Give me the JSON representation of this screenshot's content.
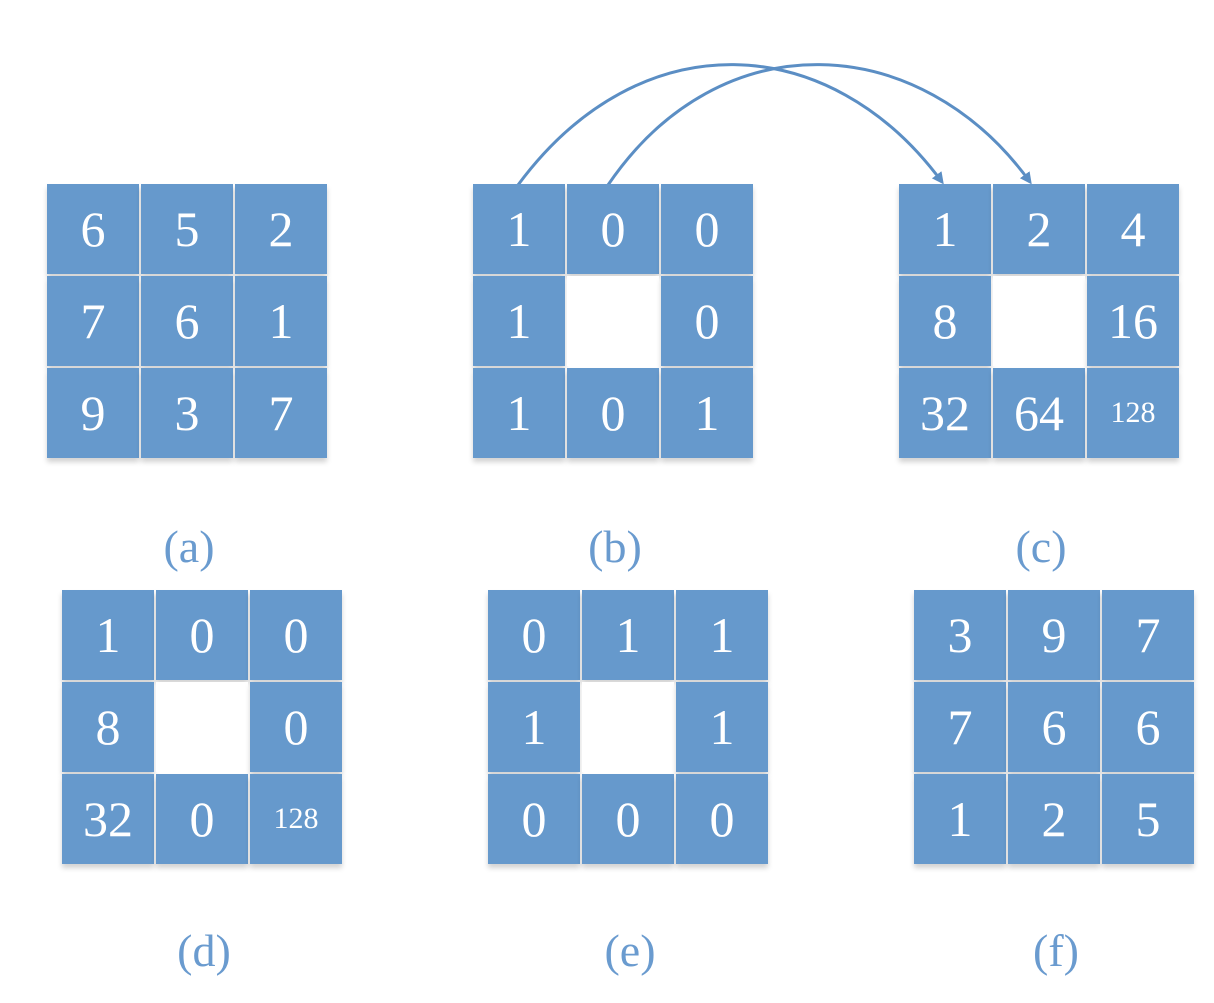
{
  "colors": {
    "cell": "#6699cc",
    "text": "#ffffff",
    "label": "#6a9bcf",
    "arrow": "#5b8ec4"
  },
  "panels": [
    {
      "label": "(a)",
      "cells": [
        "6",
        "5",
        "2",
        "7",
        "6",
        "1",
        "9",
        "3",
        "7"
      ],
      "center_empty": false
    },
    {
      "label": "(b)",
      "cells": [
        "1",
        "0",
        "0",
        "1",
        "",
        "0",
        "1",
        "0",
        "1"
      ],
      "center_empty": true
    },
    {
      "label": "(c)",
      "cells": [
        "1",
        "2",
        "4",
        "8",
        "",
        "16",
        "32",
        "64",
        "128"
      ],
      "center_empty": true
    },
    {
      "label": "(d)",
      "cells": [
        "1",
        "0",
        "0",
        "8",
        "",
        "0",
        "32",
        "0",
        "128"
      ],
      "center_empty": true
    },
    {
      "label": "(e)",
      "cells": [
        "0",
        "1",
        "1",
        "1",
        "",
        "1",
        "0",
        "0",
        "0"
      ],
      "center_empty": true
    },
    {
      "label": "(f)",
      "cells": [
        "3",
        "9",
        "7",
        "7",
        "6",
        "6",
        "1",
        "2",
        "5"
      ],
      "center_empty": false
    }
  ]
}
